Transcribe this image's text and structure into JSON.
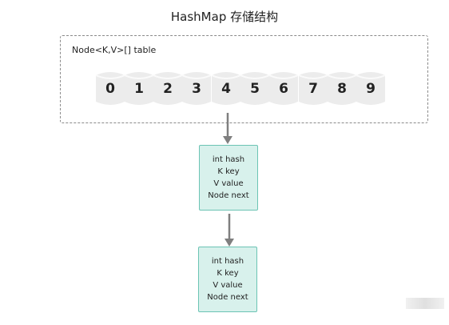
{
  "title": "HashMap 存储结构",
  "table": {
    "label": "Node<K,V>[] table",
    "cells": [
      "0",
      "1",
      "2",
      "3",
      "4",
      "5",
      "6",
      "7",
      "8",
      "9"
    ]
  },
  "nodes": [
    {
      "fields": [
        "int hash",
        "K key",
        "V value",
        "Node next"
      ]
    },
    {
      "fields": [
        "int hash",
        "K key",
        "V value",
        "Node next"
      ]
    }
  ],
  "colors": {
    "node_fill": "#d8f1ec",
    "node_border": "#6cc4b4",
    "arrow": "#7f7f7f",
    "frame_border": "#8a8a8a"
  }
}
